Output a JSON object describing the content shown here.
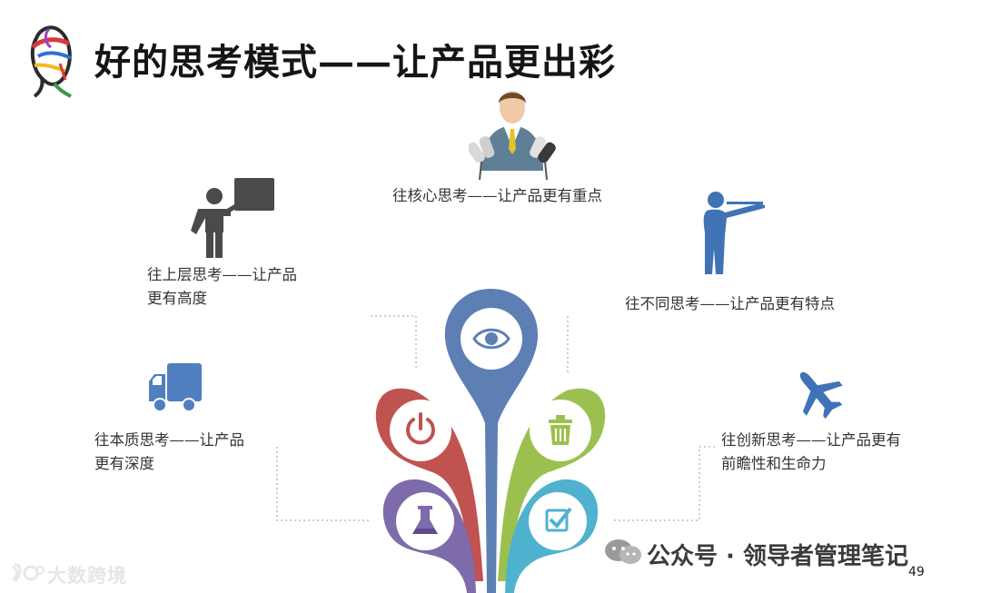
{
  "title": "好的思考模式——让产品更出彩",
  "items": {
    "core": {
      "label": "往核心思考——让产品更有重点",
      "icon": "speaker-at-podium-icon"
    },
    "upper": {
      "line1": "往上层思考——让产品",
      "line2": "更有高度",
      "icon": "presenter-at-board-icon"
    },
    "different": {
      "label": "往不同思考——让产品更有特点",
      "icon": "rifle-shooter-icon"
    },
    "essence": {
      "line1": "往本质思考——让产品",
      "line2": "更有深度",
      "icon": "truck-icon"
    },
    "innovation": {
      "line1": "往创新思考——让产品更有",
      "line2": "前瞻性和生命力",
      "icon": "airplane-icon"
    }
  },
  "tree_icons": [
    "eye-icon",
    "power-icon",
    "trash-icon",
    "flask-icon",
    "checkbox-icon"
  ],
  "colors": {
    "blue": "#5d7fb3",
    "red": "#c05250",
    "green": "#9cc04f",
    "purple": "#7d6bab",
    "cyan": "#4fb2cf",
    "icon_gray": "#4a4a4a",
    "icon_blue": "#3f73b5"
  },
  "watermark": {
    "left_text": "大数跨境",
    "wechat_text": "公众号 · 领导者管理笔记"
  },
  "page_number": "49"
}
